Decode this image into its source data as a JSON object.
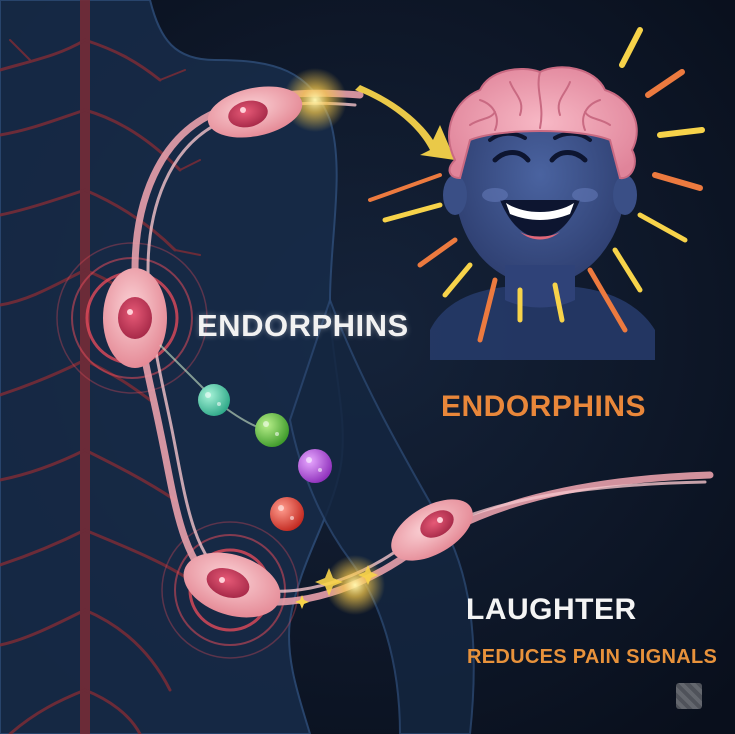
{
  "labels": {
    "endorphins_main": "ENDORPHINS",
    "endorphins_side": "ENDORPHINS",
    "laughter": "LAUGHTER",
    "reduces_pain": "REDUCES PAIN SIGNALS"
  },
  "colors": {
    "background": "#0b1424",
    "body_silhouette": "#1a3354",
    "nerve_tree": "#6b2a33",
    "neuron": "#f0a8b0",
    "face": "#3a4f86",
    "brain": "#f2a3b4",
    "burst_yellow": "#f7d34a",
    "burst_orange": "#ec7a3f",
    "accent_orange": "#e9873a"
  },
  "molecules": [
    {
      "color": "#3fc59a",
      "name": "teal"
    },
    {
      "color": "#5ab83d",
      "name": "green"
    },
    {
      "color": "#b24fd8",
      "name": "purple"
    },
    {
      "color": "#e0453a",
      "name": "red"
    }
  ]
}
